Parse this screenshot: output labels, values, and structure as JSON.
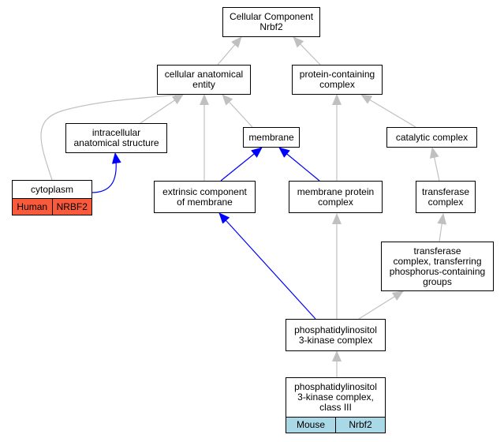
{
  "colors": {
    "gray_edge": "#c0c0c0",
    "blue_edge": "#0000ff",
    "human": "#fa5a3c",
    "mouse": "#a9d8e6"
  },
  "nodes": {
    "root": [
      "Cellular Component",
      "Nrbf2"
    ],
    "cellular_anatomical_entity": [
      "cellular anatomical",
      "entity"
    ],
    "protein_containing_complex": [
      "protein-containing",
      "complex"
    ],
    "intracellular_anatomical_structure": [
      "intracellular",
      "anatomical structure"
    ],
    "membrane": [
      "membrane"
    ],
    "catalytic_complex": [
      "catalytic complex"
    ],
    "extrinsic_component": [
      "extrinsic component",
      "of membrane"
    ],
    "membrane_protein_complex": [
      "membrane protein",
      "complex"
    ],
    "transferase_complex": [
      "transferase",
      "complex"
    ],
    "transferase_complex_phospho": [
      "transferase",
      "complex, transferring",
      "phosphorus-containing",
      "groups"
    ],
    "pi3k_complex": [
      "phosphatidylinositol",
      "3-kinase complex"
    ]
  },
  "annotations": {
    "cytoplasm": {
      "title": "cytoplasm",
      "species": "Human",
      "gene": "NRBF2"
    },
    "pi3k_class3": {
      "title": [
        "phosphatidylinositol",
        "3-kinase complex,",
        "class III"
      ],
      "species": "Mouse",
      "gene": "Nrbf2"
    }
  }
}
